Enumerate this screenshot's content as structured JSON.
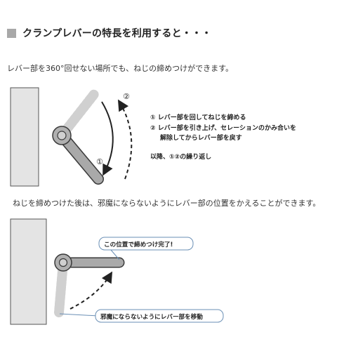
{
  "heading": {
    "text": "クランプレバーの特長を利用すると・・・"
  },
  "section1": {
    "description": "レバー部を360°回せない場所でも、ねじの締めつけができます。",
    "marker_1": "①",
    "marker_2": "②",
    "steps": [
      "① レバー部を回してねじを締める",
      "② レバー部を引き上げ、セレーションのかみ合いを",
      "解除してからレバー部を戻す"
    ],
    "note": "以降、①②の繰り返し"
  },
  "section2": {
    "description": "ねじを締めつけた後は、邪魔にならないようにレバー部の位置をかえることができます。",
    "callout_done": "この位置で締めつけ完了!",
    "callout_move": "邪魔にならないようにレバー部を移動"
  },
  "colors": {
    "wall": "#e4e4e4",
    "lever": "#a9a9a9",
    "outline": "#3a3a3a",
    "dashed": "#9a9a9a",
    "callout_border": "#6a8fb5"
  }
}
